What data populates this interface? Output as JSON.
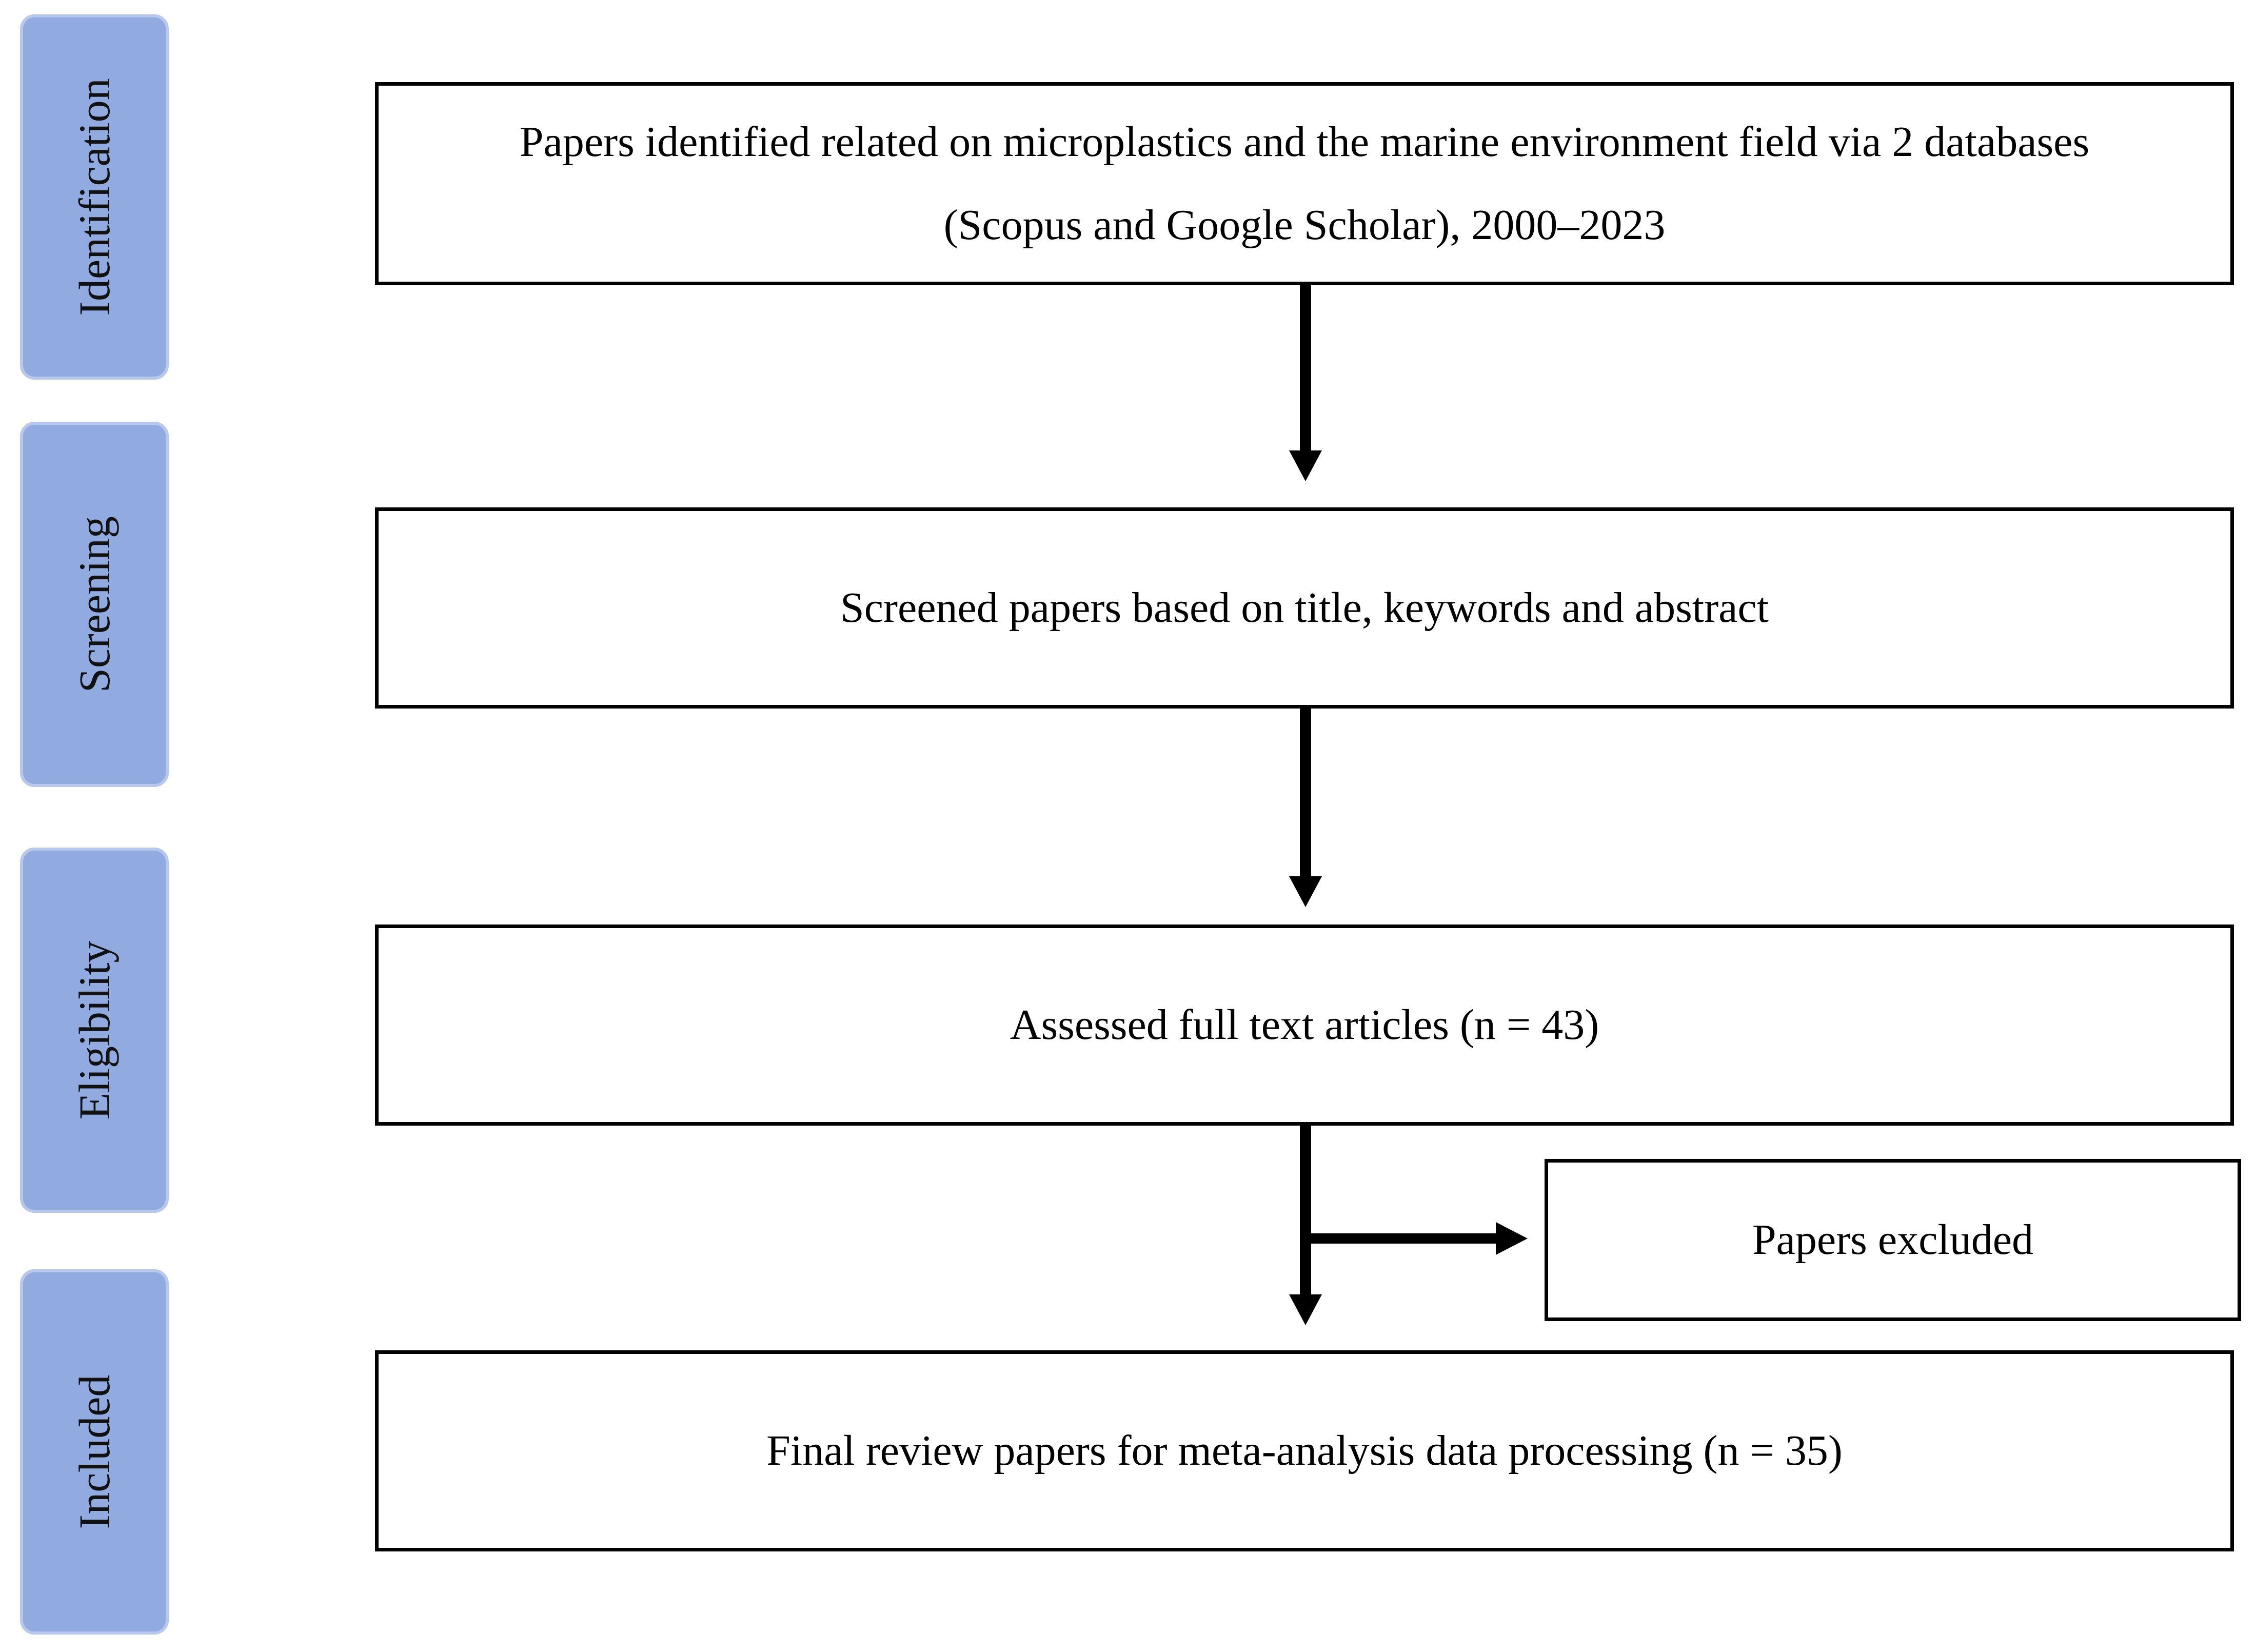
{
  "stages": {
    "identification": "Identification",
    "screening": "Screening",
    "eligibility": "Eligibility",
    "included": "Included"
  },
  "boxes": {
    "identified_line1": "Papers identified related on microplastics and the marine environment field via 2 databases",
    "identified_line2": "(Scopus and Google Scholar), 2000–2023",
    "screened": "Screened papers based on title, keywords and abstract",
    "assessed": "Assessed full text articles (n = 43)",
    "excluded": "Papers excluded",
    "final": "Final review papers for meta-analysis data processing (n = 35)"
  }
}
